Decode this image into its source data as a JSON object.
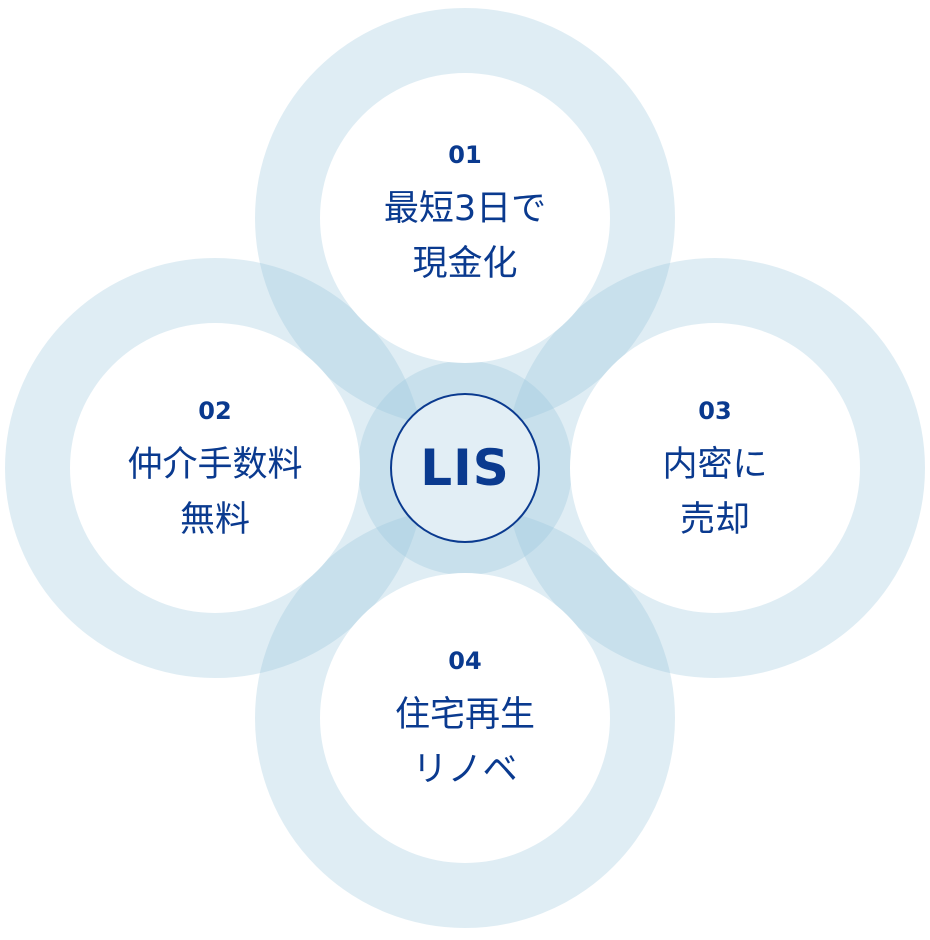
{
  "diagram": {
    "center": {
      "label": "LIS"
    },
    "colors": {
      "brand": "#0a3a8f",
      "ring": "#e1eef5",
      "overlap": "#c7dfeb"
    },
    "items": [
      {
        "number": "01",
        "line1": "最短3日で",
        "line2": "現金化"
      },
      {
        "number": "02",
        "line1": "仲介手数料",
        "line2": "無料"
      },
      {
        "number": "03",
        "line1": "内密に",
        "line2": "売却"
      },
      {
        "number": "04",
        "line1": "住宅再生",
        "line2": "リノベ"
      }
    ]
  }
}
